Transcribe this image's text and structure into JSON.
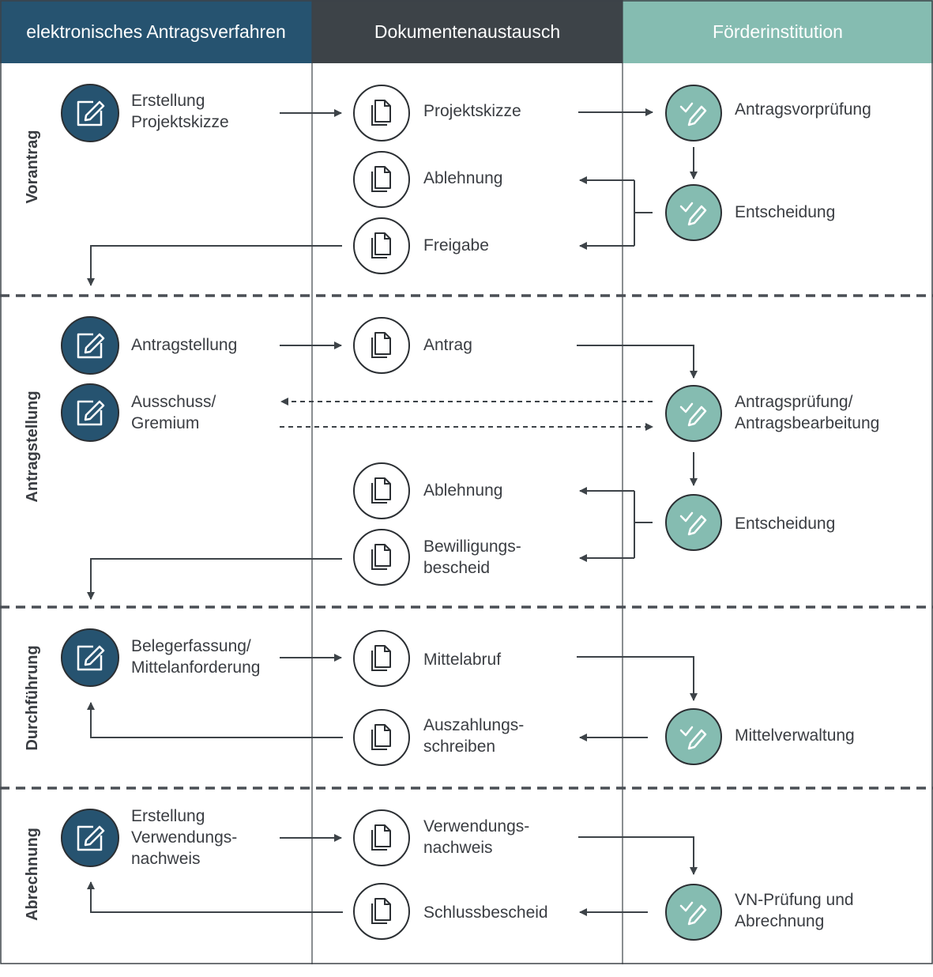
{
  "headers": {
    "left": "elektronisches Antragsverfahren",
    "middle": "Dokumentenaustausch",
    "right": "Förderinstitution"
  },
  "phases": [
    "Vorantrag",
    "Antragstellung",
    "Durchführung",
    "Abrechnung"
  ],
  "colors": {
    "applicant": "#265370",
    "exchange": "#3d4348",
    "institution": "#85bcb1",
    "text": "#3a3d42"
  },
  "icons": {
    "applicant": "edit-icon",
    "exchange": "document-icon",
    "institution": "approve-icon"
  },
  "steps": {
    "erstellung_projektskizze": "Erstellung\nProjektskizze",
    "projektskizze": "Projektskizze",
    "antragsvorpruefung": "Antragsvorprüfung",
    "ablehnung_1": "Ablehnung",
    "entscheidung_1": "Entscheidung",
    "freigabe": "Freigabe",
    "antragstellung": "Antragstellung",
    "antrag": "Antrag",
    "ausschuss": "Ausschuss/\nGremium",
    "antragspruefung": "Antragsprüfung/\nAntragsbearbeitung",
    "ablehnung_2": "Ablehnung",
    "entscheidung_2": "Entscheidung",
    "bewilligungsbescheid": "Bewilligungs-\nbescheid",
    "belegerfassung": "Belegerfassung/\nMittelanforderung",
    "mittelabruf": "Mittelabruf",
    "auszahlungsschreiben": "Auszahlungs-\nschreiben",
    "mittelverwaltung": "Mittelverwaltung",
    "erstellung_vn": "Erstellung\nVerwendungs-\nnachweis",
    "verwendungsnachweis": "Verwendungs-\nnachweis",
    "schlussbescheid": "Schlussbescheid",
    "vn_pruefung": "VN-Prüfung und\nAbrechnung"
  }
}
